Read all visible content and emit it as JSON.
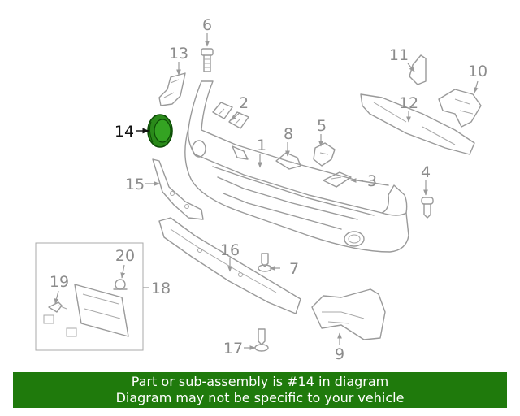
{
  "callouts": {
    "n1": "1",
    "n2": "2",
    "n3": "3",
    "n4": "4",
    "n5": "5",
    "n6": "6",
    "n7": "7",
    "n8": "8",
    "n9": "9",
    "n10": "10",
    "n11": "11",
    "n12": "12",
    "n13": "13",
    "n14": "14",
    "n15": "15",
    "n16": "16",
    "n17": "17",
    "n18": "18",
    "n19": "19",
    "n20": "20"
  },
  "highlight": {
    "part": "14",
    "color": "#2a8a1a"
  },
  "banner": {
    "line1": "Part or sub-assembly is #14 in diagram",
    "line2": "Diagram may not be specific to your vehicle",
    "background": "#1f7a0c"
  }
}
